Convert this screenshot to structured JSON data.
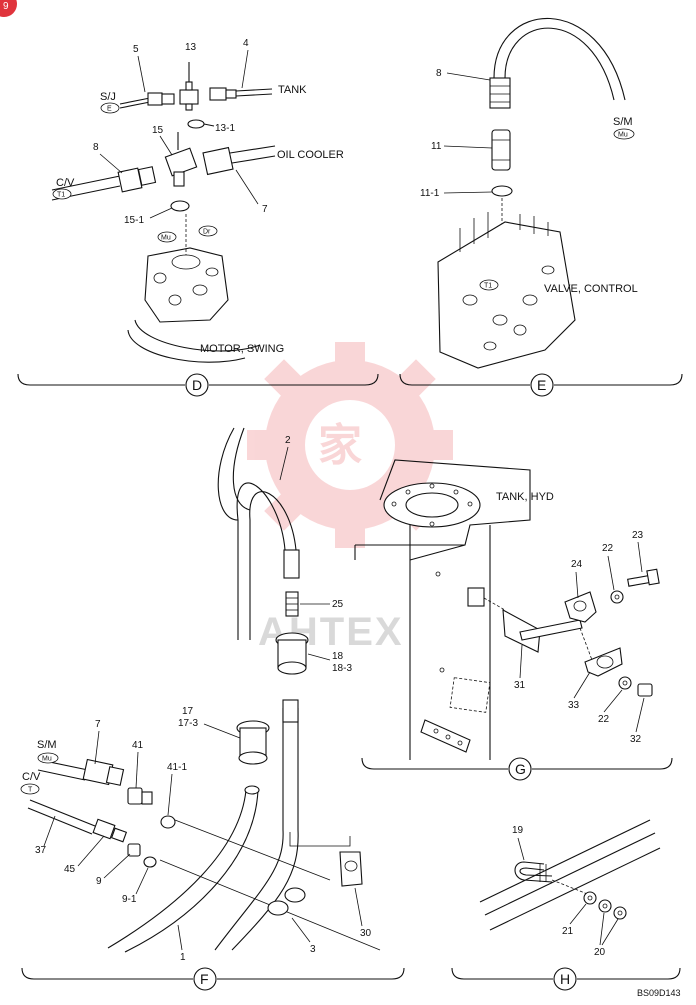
{
  "corner_badge": "9",
  "watermark": "AHTEX",
  "figure_code": "BS09D143",
  "sections": {
    "D": {
      "letter": "D",
      "labels": {
        "tank": "TANK",
        "oil_cooler": "OIL COOLER",
        "motor_swing": "MOTOR, SWING",
        "sj": "S/J",
        "cv": "C/V"
      },
      "port_tags": {
        "e": "E",
        "t1": "T1",
        "mu": "Mu",
        "dr": "Dr"
      },
      "parts": [
        "5",
        "13",
        "4",
        "13-1",
        "15",
        "8",
        "7",
        "15-1"
      ]
    },
    "E": {
      "letter": "E",
      "labels": {
        "valve_control": "VALVE, CONTROL",
        "sm": "S/M"
      },
      "port_tags": {
        "mu": "Mu",
        "t1": "T1"
      },
      "parts": [
        "8",
        "11",
        "11-1"
      ]
    },
    "F": {
      "letter": "F",
      "labels": {
        "sm": "S/M",
        "cv": "C/V"
      },
      "port_tags": {
        "mu": "Mu",
        "t": "T"
      },
      "parts": [
        "2",
        "25",
        "18",
        "18-3",
        "17",
        "17-3",
        "7",
        "41",
        "41-1",
        "37",
        "45",
        "9",
        "9-1",
        "1",
        "3",
        "30"
      ]
    },
    "G": {
      "letter": "G",
      "labels": {
        "tank_hyd": "TANK, HYD"
      },
      "parts": [
        "23",
        "22",
        "24",
        "31",
        "33",
        "22",
        "32"
      ]
    },
    "H": {
      "letter": "H",
      "parts": [
        "19",
        "21",
        "20"
      ]
    }
  }
}
